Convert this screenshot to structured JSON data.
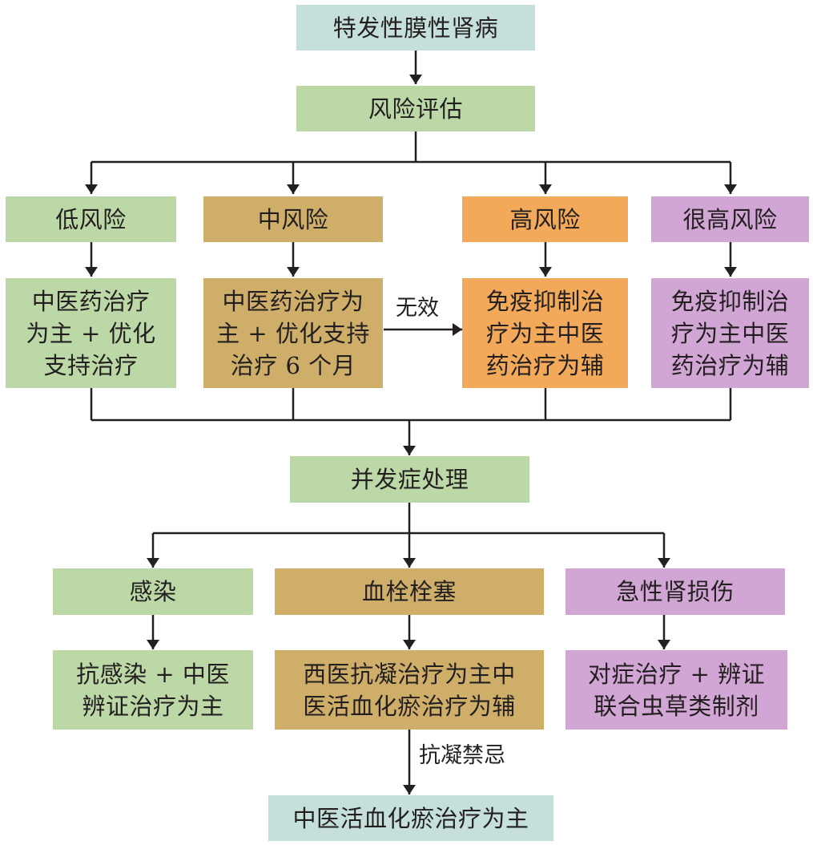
{
  "colors": {
    "teal": "#c5e0da",
    "green": "#bcd8a6",
    "tan": "#cfae6a",
    "orange": "#f2a959",
    "purple": "#d1a6d4",
    "line": "#231f20"
  },
  "nodes": {
    "root": "特发性膜性肾病",
    "risk_assessment": "风险评估",
    "low_risk": "低风险",
    "medium_risk": "中风险",
    "high_risk": "高风险",
    "very_high_risk": "很高风险",
    "low_treatment": "中医药治疗\n为主 + 优化\n支持治疗",
    "medium_treatment": "中医药治疗为\n主 + 优化支持\n治疗 6 个月",
    "high_treatment": "免疫抑制治\n疗为主中医\n药治疗为辅",
    "very_high_treatment": "免疫抑制治\n疗为主中医\n药治疗为辅",
    "complication_management": "并发症处理",
    "infection": "感染",
    "thrombosis": "血栓栓塞",
    "acute_kidney_injury": "急性肾损伤",
    "infection_treatment": "抗感染 + 中医\n辨证治疗为主",
    "thrombosis_treatment": "西医抗凝治疗为主中\n医活血化瘀治疗为辅",
    "aki_treatment": "对症治疗 + 辨证\n联合虫草类制剂",
    "anticoag_contraindicated_treatment": "中医活血化瘀治疗为主"
  },
  "edge_labels": {
    "ineffective": "无效",
    "anticoagulation_contraindicated": "抗凝禁忌"
  }
}
